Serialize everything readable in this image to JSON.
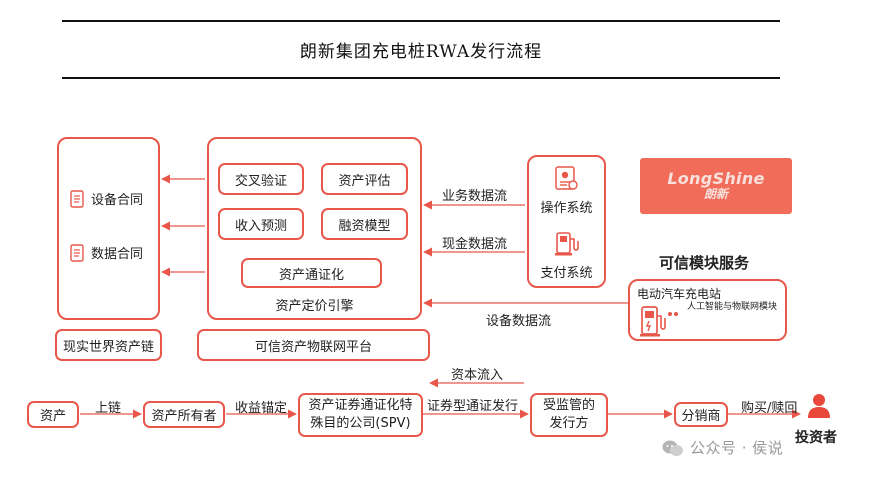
{
  "title": "朗新集团充电桩RWA发行流程",
  "left_panel": {
    "items": [
      "设备合同",
      "数据合同"
    ],
    "footer": "现实世界资产链"
  },
  "engine": {
    "chips": [
      "交叉验证",
      "资产评估",
      "收入预测",
      "融资模型",
      "资产通证化"
    ],
    "label": "资产定价引擎"
  },
  "platform": "可信资产物联网平台",
  "systems": {
    "ops": "操作系统",
    "pay": "支付系统"
  },
  "flows": {
    "business": "业务数据流",
    "cash": "现金数据流",
    "device": "设备数据流"
  },
  "logo": {
    "en": "LongShine",
    "zh": "朗新"
  },
  "trusted_module": {
    "title": "可信模块服务",
    "station": "电动汽车充电站",
    "caption": "人工智能与物联网模块"
  },
  "bottom_flow": {
    "asset": "资产",
    "onchain": "上链",
    "owner": "资产所有者",
    "anchor": "收益锚定",
    "spv_line1": "资产证券通证化特",
    "spv_line2": "殊目的公司(SPV)",
    "capital_in": "资本流入",
    "issue": "证券型通证发行",
    "regulated_line1": "受监管的",
    "regulated_line2": "发行方",
    "distributor": "分销商",
    "buy": "购买/赎回",
    "investor": "投资者"
  },
  "watermark": "公众号 · 侯说",
  "colors": {
    "accent": "#e8574a",
    "logo_bg": "#f16d5a"
  }
}
